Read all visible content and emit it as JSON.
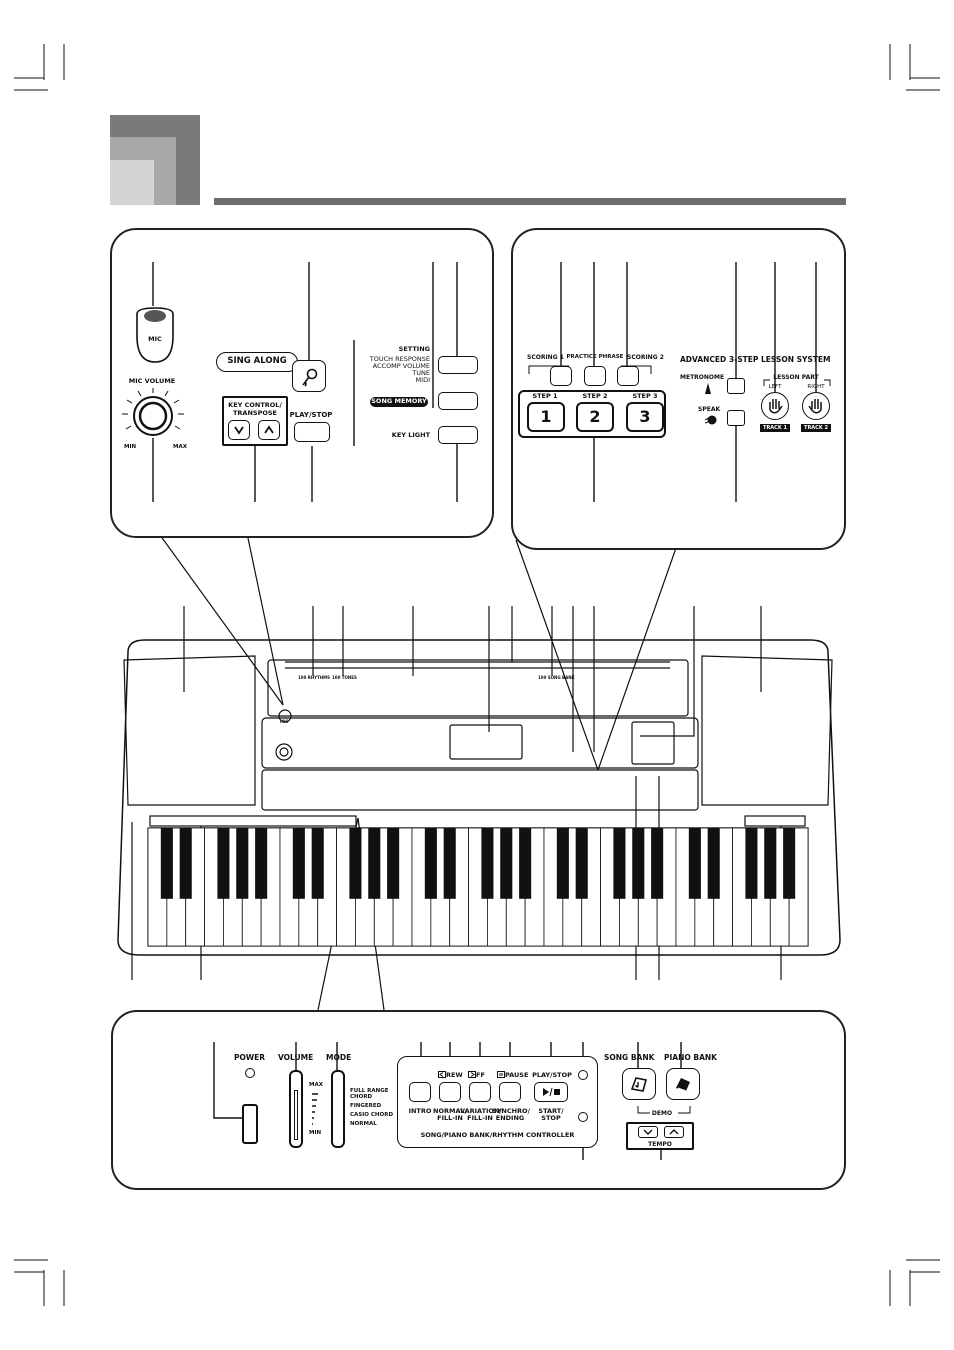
{
  "mic_panel": {
    "mic_label": "MIC",
    "mic_volume": "MIC VOLUME",
    "min": "MIN",
    "max": "MAX",
    "sing_along": "SING ALONG",
    "key_control": "KEY CONTROL/",
    "transpose": "TRANSPOSE",
    "play_stop": "PLAY/STOP",
    "setting": "SETTING",
    "setting_items": [
      "TOUCH RESPONSE",
      "ACCOMP VOLUME",
      "TUNE",
      "MIDI"
    ],
    "song_memory": "SONG MEMORY",
    "key_light": "KEY LIGHT"
  },
  "lesson_panel": {
    "scoring1": "SCORING 1",
    "practice_phrase": "PRACTICE PHRASE",
    "scoring2": "SCORING 2",
    "title": "ADVANCED 3-STEP LESSON SYSTEM",
    "step1": "STEP 1",
    "step2": "STEP 2",
    "step3": "STEP 3",
    "num1": "1",
    "num2": "2",
    "num3": "3",
    "metronome": "METRONOME",
    "speak": "SPEAK",
    "lesson_part": "LESSON PART",
    "left": "LEFT",
    "right": "RIGHT",
    "track1": "TRACK 1",
    "track2": "TRACK 2"
  },
  "bottom_panel": {
    "power": "POWER",
    "volume": "VOLUME",
    "mode": "MODE",
    "max": "MAX",
    "min": "MIN",
    "mode_options": [
      "FULL RANGE CHORD",
      "FINGERED",
      "CASIO CHORD",
      "NORMAL"
    ],
    "rew": "REW",
    "ff": "FF",
    "pause": "PAUSE",
    "play_stop": "PLAY/STOP",
    "intro": "INTRO",
    "normal_fill": "NORMAL/ FILL-IN",
    "variation_fill": "VARIATION/ FILL-IN",
    "synchro_ending": "SYNCHRO/ ENDING",
    "start_stop": "START/ STOP",
    "controller": "SONG/PIANO BANK/RHYTHM CONTROLLER",
    "song_bank": "SONG BANK",
    "piano_bank": "PIANO BANK",
    "demo": "DEMO",
    "tempo": "TEMPO"
  },
  "keyboard": {
    "printed": [
      "100 RHYTHMS",
      "100 TONES",
      "100 SONG BANK",
      "MIC"
    ]
  }
}
